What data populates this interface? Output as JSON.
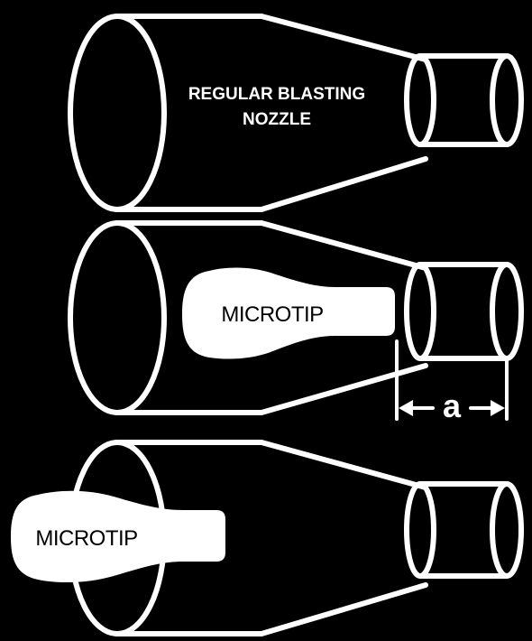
{
  "colors": {
    "background": "#000000",
    "outline": "#ffffff",
    "microtip_fill": "#ffffff",
    "microtip_text": "#000000"
  },
  "nozzle_1": {
    "label_line1": "REGULAR BLASTING",
    "label_line2": "NOZZLE"
  },
  "nozzle_2": {
    "microtip_label": "MICROTIP",
    "dimension_label": "a"
  },
  "nozzle_3": {
    "microtip_label": "MICROTIP"
  }
}
